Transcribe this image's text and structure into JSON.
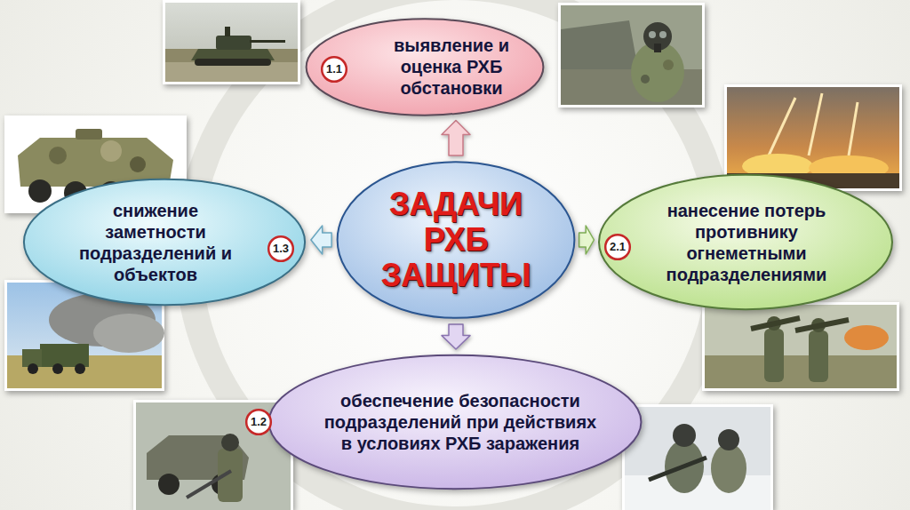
{
  "diagram": {
    "nodes": [
      {
        "text": [
          "выявление и оценка РХБ обстановки"
        ]
      },
      {
        "text": [
          "1.1"
        ],
        "in": 0
      },
      {
        "text": [
          "снижение заметности подразделений и объектов"
        ]
      },
      {
        "text": [
          "1.3"
        ],
        "in": 2
      },
      {
        "text": [
          "ЗАДАЧИ РХБ ЗАЩИТЫ"
        ]
      },
      {
        "text": [
          "нанесение потерь противнику огнеметными подразделениями"
        ]
      },
      {
        "text": [
          "2.1"
        ],
        "in": 5
      },
      {
        "text": [
          "обеспечение безопасности подразделений при действиях в условиях РХБ заражения"
        ]
      },
      {
        "text": [
          "1.2"
        ],
        "in": 7
      }
    ],
    "edges": [
      {
        "from": 4,
        "to": 0,
        "arrow": "to"
      },
      {
        "from": 4,
        "to": 2,
        "arrow": "to"
      },
      {
        "from": 4,
        "to": 5,
        "arrow": "to"
      },
      {
        "from": 4,
        "to": 7,
        "arrow": "to"
      }
    ]
  }
}
